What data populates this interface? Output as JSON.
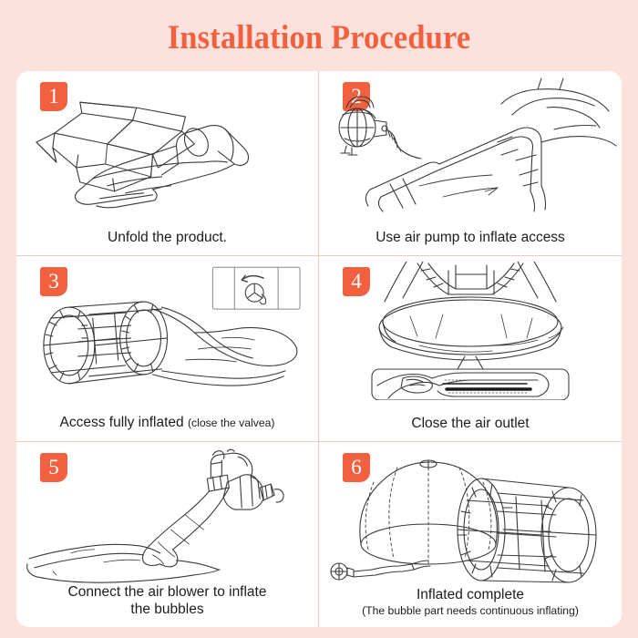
{
  "page": {
    "title": "Installation Procedure",
    "background_color": "#fce1dc",
    "card_color": "#ffffff",
    "accent_color": "#f2613f",
    "divider_color": "#f6c9bf",
    "text_color": "#1c1c1c"
  },
  "steps": [
    {
      "number": "1",
      "caption": "Unfold the product.",
      "caption_sub": "",
      "caption_line2": "",
      "illustration": "cardboard-box-and-rolled-fabric"
    },
    {
      "number": "2",
      "caption": "Use air pump to inflate access",
      "caption_sub": "",
      "caption_line2": "",
      "illustration": "air-pump-connected-to-inflatable-tube"
    },
    {
      "number": "3",
      "caption": "Access fully inflated",
      "caption_sub": "(close the valvea)",
      "caption_line2": "",
      "illustration": "inflated-tunnel-with-valve-inset"
    },
    {
      "number": "4",
      "caption": "Close the air outlet",
      "caption_sub": "",
      "caption_line2": "",
      "illustration": "dome-base-ring-with-hands-closing-outlet-inset"
    },
    {
      "number": "5",
      "caption": "Connect the air blower to inflate",
      "caption_sub": "",
      "caption_line2": "the bubbles",
      "illustration": "air-blower-attached-to-sleeve"
    },
    {
      "number": "6",
      "caption": "Inflated complete",
      "caption_sub": "",
      "caption_line2": "(The bubble part needs continuous inflating)",
      "illustration": "completed-bubble-dome-with-tunnel-and-blower"
    }
  ]
}
